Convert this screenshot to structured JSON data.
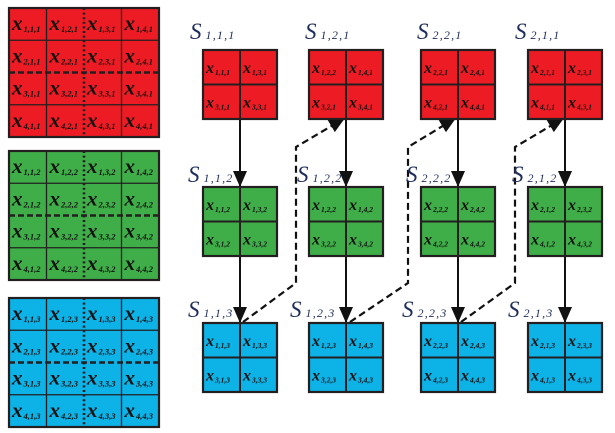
{
  "symbols": {
    "block": "S",
    "variable": "x"
  },
  "colors": {
    "layer_fills": [
      "#ed1c24",
      "#3fae49",
      "#0db2e6"
    ],
    "label": "#1f2d5a",
    "line": "#231f20"
  },
  "full_grids": [
    {
      "cells": [
        [
          "1,1,1",
          "1,2,1",
          "1,3,1",
          "1,4,1"
        ],
        [
          "2,1,1",
          "2,2,1",
          "2,3,1",
          "2,4,1"
        ],
        [
          "3,1,1",
          "3,2,1",
          "3,3,1",
          "3,4,1"
        ],
        [
          "4,1,1",
          "4,2,1",
          "4,3,1",
          "4,4,1"
        ]
      ]
    },
    {
      "cells": [
        [
          "1,1,2",
          "1,2,2",
          "1,3,2",
          "1,4,2"
        ],
        [
          "2,1,2",
          "2,2,2",
          "2,3,2",
          "2,4,2"
        ],
        [
          "3,1,2",
          "3,2,2",
          "3,3,2",
          "3,4,2"
        ],
        [
          "4,1,2",
          "4,2,2",
          "4,3,2",
          "4,4,2"
        ]
      ]
    },
    {
      "cells": [
        [
          "1,1,3",
          "1,2,3",
          "1,3,3",
          "1,4,3"
        ],
        [
          "2,1,3",
          "2,2,3",
          "2,3,3",
          "2,4,3"
        ],
        [
          "3,1,3",
          "3,2,3",
          "3,3,3",
          "3,4,3"
        ],
        [
          "4,1,3",
          "4,2,3",
          "4,3,3",
          "4,4,3"
        ]
      ]
    }
  ],
  "blocks": [
    [
      {
        "label": "1,1,1",
        "cells": [
          [
            "1,1,1",
            "1,3,1"
          ],
          [
            "3,1,1",
            "3,3,1"
          ]
        ]
      },
      {
        "label": "1,2,1",
        "cells": [
          [
            "1,2,2",
            "1,4,1"
          ],
          [
            "3,2,1",
            "3,4,1"
          ]
        ]
      },
      {
        "label": "2,2,1",
        "cells": [
          [
            "2,2,1",
            "2,4,1"
          ],
          [
            "4,2,1",
            "4,4,1"
          ]
        ]
      },
      {
        "label": "2,1,1",
        "cells": [
          [
            "2,1,1",
            "2,3,1"
          ],
          [
            "4,1,1",
            "4,3,1"
          ]
        ]
      }
    ],
    [
      {
        "label": "1,1,2",
        "cells": [
          [
            "1,1,2",
            "1,3,2"
          ],
          [
            "3,1,2",
            "3,3,2"
          ]
        ]
      },
      {
        "label": "1,2,2",
        "cells": [
          [
            "1,2,2",
            "1,4,2"
          ],
          [
            "3,2,2",
            "3,4,2"
          ]
        ]
      },
      {
        "label": "2,2,2",
        "cells": [
          [
            "2,2,2",
            "2,4,2"
          ],
          [
            "4,2,2",
            "4,4,2"
          ]
        ]
      },
      {
        "label": "2,1,2",
        "cells": [
          [
            "2,1,2",
            "2,3,2"
          ],
          [
            "4,1,2",
            "4,3,2"
          ]
        ]
      }
    ],
    [
      {
        "label": "1,1,3",
        "cells": [
          [
            "1,1,3",
            "1,3,3"
          ],
          [
            "3,1,3",
            "3,3,3"
          ]
        ]
      },
      {
        "label": "1,2,3",
        "cells": [
          [
            "1,2,3",
            "1,4,3"
          ],
          [
            "3,2,3",
            "3,4,3"
          ]
        ]
      },
      {
        "label": "2,2,3",
        "cells": [
          [
            "2,2,3",
            "2,4,3"
          ],
          [
            "4,2,3",
            "4,4,3"
          ]
        ]
      },
      {
        "label": "2,1,3",
        "cells": [
          [
            "2,1,3",
            "2,3,3"
          ],
          [
            "4,1,3",
            "4,3,3"
          ]
        ]
      }
    ]
  ]
}
